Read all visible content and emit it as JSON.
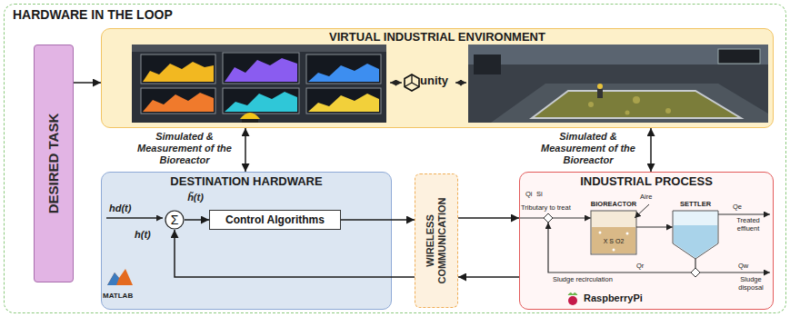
{
  "diagram": {
    "nodes": [
      {
        "text": [
          "HARDWARE IN THE LOOP"
        ]
      },
      {
        "text": [
          "DESIRED TASK"
        ],
        "in": 0
      },
      {
        "text": [
          "VIRTUAL INDUSTRIAL ENVIRONMENT"
        ],
        "in": 0
      },
      {
        "text": [
          "DESTINATION HARDWARE"
        ],
        "in": 0
      },
      {
        "text": [
          "Σ"
        ],
        "in": 3
      },
      {
        "text": [
          "Control Algorithms"
        ],
        "in": 3
      },
      {
        "text": [
          "WIRELESS COMMUNICATION"
        ],
        "in": 0
      },
      {
        "text": [
          "INDUSTRIAL PROCESS"
        ],
        "in": 0
      }
    ],
    "edges": [
      {
        "from": 1,
        "to": 2,
        "arrow": "to"
      },
      {
        "from": 2,
        "to": 3,
        "arrow": "both",
        "label": "Simulated & Measurement of the Bioreactor"
      },
      {
        "from": 2,
        "to": 7,
        "arrow": "both",
        "label": "Simulated & Measurement of the Bioreactor"
      },
      {
        "from": 5,
        "to": 6,
        "arrow": "to"
      },
      {
        "from": 6,
        "to": 7,
        "arrow": "to"
      },
      {
        "from": 7,
        "to": 6,
        "arrow": "to"
      },
      {
        "from": 6,
        "to": 4,
        "arrow": "to"
      },
      {
        "from": 4,
        "to": 5,
        "arrow": "to",
        "label": "h̃(t)"
      }
    ],
    "labels": [
      "unity",
      "hd(t)",
      "h(t)",
      "MATLAB",
      "Qi",
      "Si",
      "Tributary to treat",
      "BIOREACTOR",
      "Aire",
      "SETTLER",
      "X S O2",
      "Qe",
      "Treated effluent",
      "Qr",
      "Sludge recirculation",
      "Qw",
      "Sludge disposal",
      "RaspberryPi"
    ]
  }
}
